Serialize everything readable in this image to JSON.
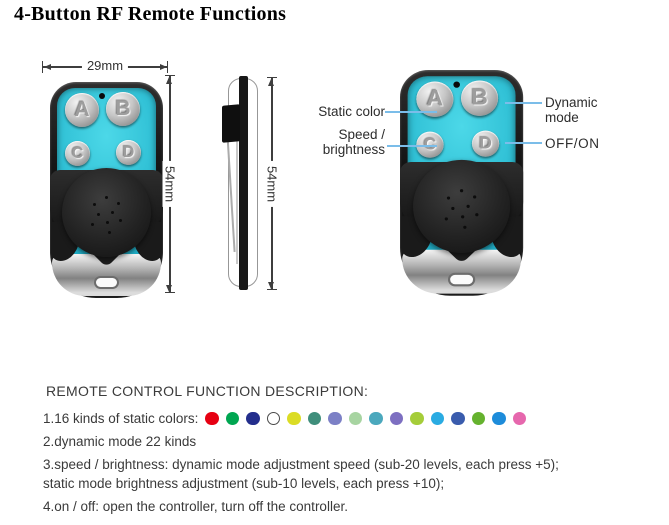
{
  "title": "4-Button RF Remote Functions",
  "diagram": {
    "width_dim": "29mm",
    "height_dim_front": "54mm",
    "height_dim_side": "54mm",
    "remote_buttons": [
      "A",
      "B",
      "C",
      "D"
    ],
    "callouts": {
      "static_color": "Static color",
      "speed_line1": "Speed /",
      "speed_line2": "brightness",
      "dynamic_line1": "Dynamic",
      "dynamic_line2": "mode",
      "off_on": "OFF/ON"
    },
    "colors": {
      "face_teal": "#2bbcd2",
      "face_teal_highlight": "#4cd8e8",
      "face_teal_shadow": "#129ab6",
      "leader_line": "#7bbde9"
    }
  },
  "description": {
    "heading": "REMOTE CONTROL FUNCTION DESCRIPTION:",
    "item1_label": "1.16 kinds of static colors:",
    "static_colors": [
      "#e60012",
      "#00a651",
      "#232e8c",
      "#ffffff",
      "#dbdc25",
      "#3f8e7b",
      "#7c80c6",
      "#a7d4a1",
      "#4ba8bd",
      "#7d6fc1",
      "#a5cd39",
      "#2aabe2",
      "#3a5cad",
      "#65b22e",
      "#1d8cda",
      "#e667ad"
    ],
    "item2": "2.dynamic mode 22 kinds",
    "item3": "3.speed / brightness: dynamic mode adjustment speed (sub-20 levels, each press +5); static mode brightness adjustment (sub-10 levels, each press +10);",
    "item4": "4.on / off: open the controller, turn off the controller."
  }
}
